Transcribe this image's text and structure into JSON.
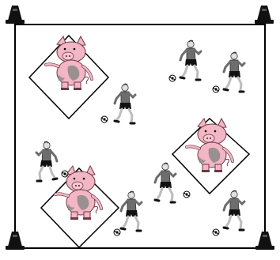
{
  "diagram": {
    "kind": "soccer drill field layout",
    "field": {
      "border_color": "#000000",
      "background": "#ffffff"
    },
    "cones": [
      {
        "name": "cone-top-left",
        "color": "#000000"
      },
      {
        "name": "cone-top-right",
        "color": "#000000"
      },
      {
        "name": "cone-bottom-left",
        "color": "#000000"
      },
      {
        "name": "cone-bottom-right",
        "color": "#000000"
      }
    ],
    "zones": [
      {
        "name": "pig-zone-top-left",
        "shape": "diamond",
        "icon": "pig-icon"
      },
      {
        "name": "pig-zone-right",
        "shape": "diamond",
        "icon": "pig-icon"
      },
      {
        "name": "pig-zone-bottom-left",
        "shape": "diamond",
        "icon": "pig-icon"
      }
    ],
    "pig_colors": {
      "body": "#f3b6c4",
      "patch": "#8a8a8a",
      "outline": "#6b3a44"
    },
    "players": [
      {
        "name": "player-center",
        "icon": "soccer-player-icon",
        "has_ball": true
      },
      {
        "name": "player-top-right-1",
        "icon": "soccer-player-icon",
        "has_ball": true
      },
      {
        "name": "player-top-right-2",
        "icon": "soccer-player-icon",
        "has_ball": true
      },
      {
        "name": "player-left-mid",
        "icon": "soccer-player-icon",
        "has_ball": true
      },
      {
        "name": "player-center-bottom",
        "icon": "soccer-player-icon",
        "has_ball": true
      },
      {
        "name": "player-bottom-center",
        "icon": "soccer-player-icon",
        "has_ball": true
      },
      {
        "name": "player-bottom-right",
        "icon": "soccer-player-icon",
        "has_ball": true
      }
    ],
    "player_colors": {
      "shirt": "#6d6d6d",
      "shorts": "#111111",
      "skin": "#e0e0e0",
      "ball": "#000000"
    }
  }
}
